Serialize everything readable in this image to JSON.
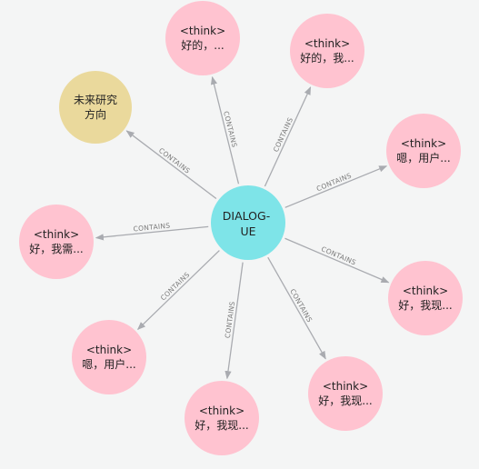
{
  "center": {
    "label_lines": [
      "DIALOG-",
      "UE"
    ],
    "color": "#7ee4e8"
  },
  "edge_label": "CONTAINS",
  "colors": {
    "think_node": "#ffc3d0",
    "topic_node": "#ead99c",
    "edge": "#a9abb0",
    "edge_label": "#7a7a7a",
    "background": "#f4f5f5"
  },
  "nodes": [
    {
      "id": "n1",
      "type": "think",
      "label_lines": [
        "<think>",
        "好的，..."
      ]
    },
    {
      "id": "n2",
      "type": "think",
      "label_lines": [
        "<think>",
        "好的，我..."
      ]
    },
    {
      "id": "n3",
      "type": "topic",
      "label_lines": [
        "未来研究",
        "方向"
      ]
    },
    {
      "id": "n4",
      "type": "think",
      "label_lines": [
        "<think>",
        "嗯，用户..."
      ]
    },
    {
      "id": "n5",
      "type": "think",
      "label_lines": [
        "<think>",
        "好，我需..."
      ]
    },
    {
      "id": "n6",
      "type": "think",
      "label_lines": [
        "<think>",
        "好，我现..."
      ]
    },
    {
      "id": "n7",
      "type": "think",
      "label_lines": [
        "<think>",
        "嗯，用户..."
      ]
    },
    {
      "id": "n8",
      "type": "think",
      "label_lines": [
        "<think>",
        "好，我现..."
      ]
    },
    {
      "id": "n9",
      "type": "think",
      "label_lines": [
        "<think>",
        "好，我现..."
      ]
    }
  ]
}
